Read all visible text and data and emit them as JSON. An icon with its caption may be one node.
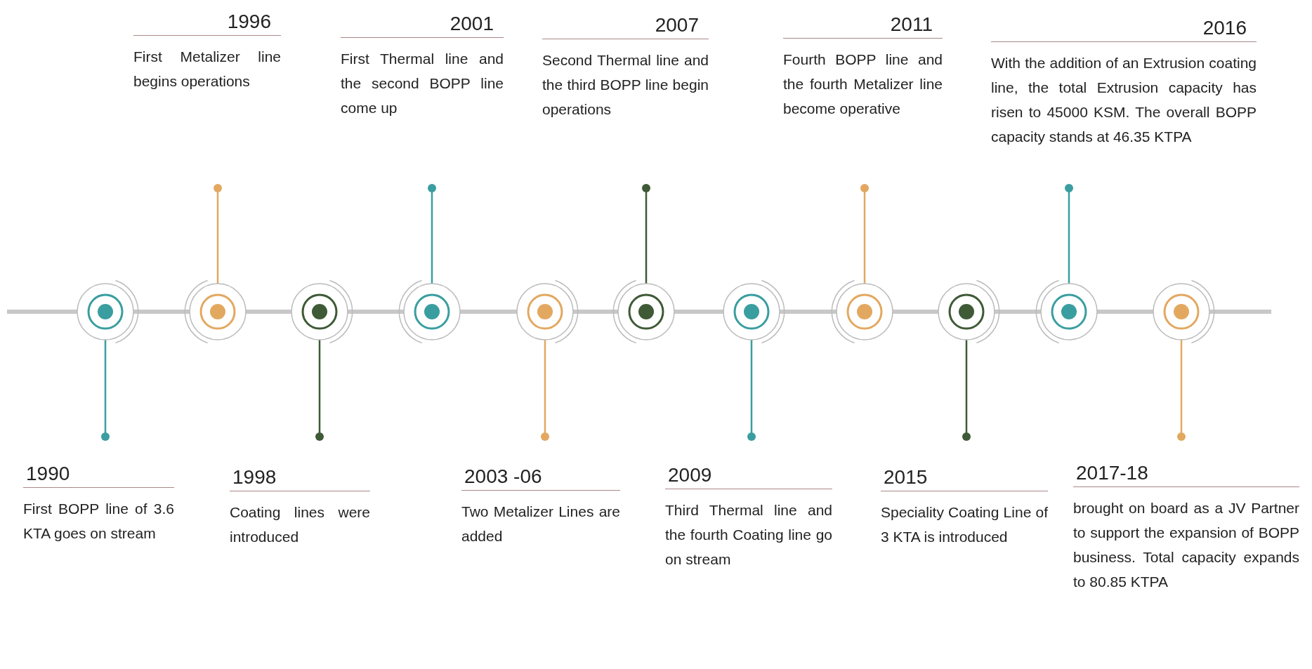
{
  "diagram": {
    "nodes": [
      {
        "text": [
          "1990",
          "First BOPP line of 3.6 KTA goes on stream"
        ]
      },
      {
        "text": [
          "1996",
          "First Metalizer line begins operations"
        ]
      },
      {
        "text": [
          "1998",
          "Coating lines were introduced"
        ]
      },
      {
        "text": [
          "2001",
          "First Thermal line and the second BOPP line come up"
        ]
      },
      {
        "text": [
          "2003 -06",
          "Two Metalizer Lines are added"
        ]
      },
      {
        "text": [
          "2007",
          "Second Thermal line and the third BOPP line begin operations"
        ]
      },
      {
        "text": [
          "2009",
          "Third Thermal line and the fourth Coating line go on stream"
        ]
      },
      {
        "text": [
          "2011",
          "Fourth BOPP line and the fourth Metalizer line become operative"
        ]
      },
      {
        "text": [
          "2015",
          "Speciality Coating Line of 3 KTA is introduced"
        ]
      },
      {
        "text": [
          "2016",
          "With the addition of an Extrusion coating line, the total Extrusion capacity has risen to 45000 KSM. The overall BOPP capacity stands at 46.35 KTPA"
        ]
      },
      {
        "text": [
          "2017-18",
          "brought on board as a JV Partner to support the expansion of BOPP business. Total capacity expands to 80.85 KTPA"
        ]
      },
      {
        "text": [],
        "shape": "circle"
      },
      {
        "text": [],
        "shape": "circle"
      },
      {
        "text": [],
        "shape": "circle"
      },
      {
        "text": [],
        "shape": "circle"
      },
      {
        "text": [],
        "shape": "circle"
      },
      {
        "text": [],
        "shape": "circle"
      },
      {
        "text": [],
        "shape": "circle"
      },
      {
        "text": [],
        "shape": "circle"
      },
      {
        "text": [],
        "shape": "circle"
      },
      {
        "text": [],
        "shape": "circle"
      },
      {
        "text": [],
        "shape": "circle"
      }
    ],
    "edges": [
      {
        "from": 11,
        "to": 0,
        "arrow": "other",
        "color": "#3a9ea0"
      },
      {
        "from": 12,
        "to": 1,
        "arrow": "other",
        "color": "#e3a860"
      },
      {
        "from": 13,
        "to": 2,
        "arrow": "other",
        "color": "#3f5a36"
      },
      {
        "from": 14,
        "to": 3,
        "arrow": "other",
        "color": "#3a9ea0"
      },
      {
        "from": 15,
        "to": 4,
        "arrow": "other",
        "color": "#e3a860"
      },
      {
        "from": 16,
        "to": 5,
        "arrow": "other",
        "color": "#3f5a36"
      },
      {
        "from": 17,
        "to": 6,
        "arrow": "other",
        "color": "#3a9ea0"
      },
      {
        "from": 18,
        "to": 7,
        "arrow": "other",
        "color": "#e3a860"
      },
      {
        "from": 19,
        "to": 8,
        "arrow": "other",
        "color": "#3f5a36"
      },
      {
        "from": 20,
        "to": 9,
        "arrow": "other",
        "color": "#3a9ea0"
      },
      {
        "from": 21,
        "to": 10,
        "arrow": "other",
        "color": "#e3a860"
      }
    ]
  }
}
